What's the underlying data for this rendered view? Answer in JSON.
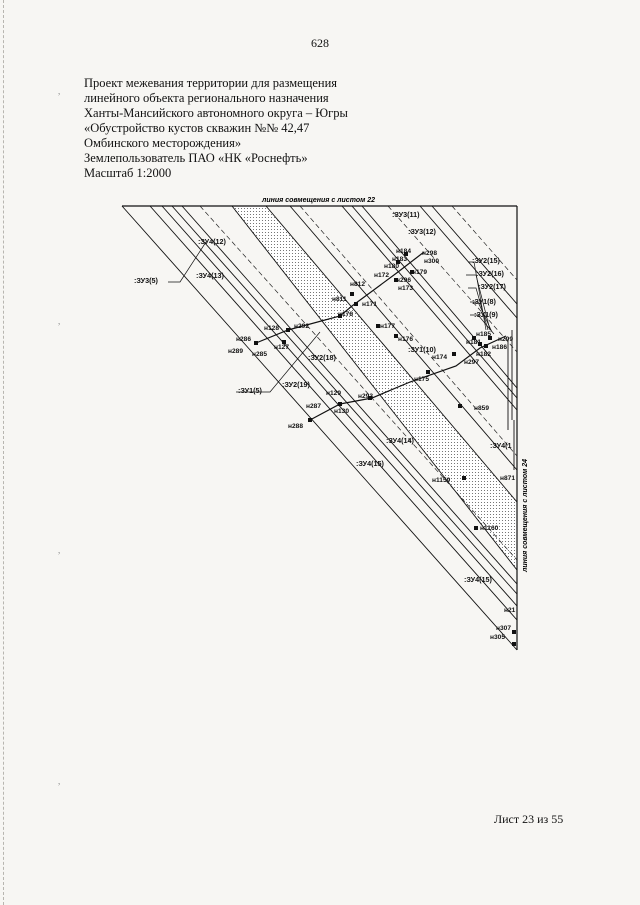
{
  "page_number": "628",
  "title_lines": [
    "Проект межевания территории для размещения",
    "линейного объекта регионального назначения",
    "Ханты-Мансийского автономного округа – Югры",
    "«Обустройство кустов скважин №№ 42,47",
    "Омбинского месторождения»",
    "Землепользователь ПАО «НК «Роснефть»",
    "Масштаб 1:2000"
  ],
  "margin_marks": [
    ",",
    ",",
    ",",
    ","
  ],
  "drawing": {
    "top_join_label": "линия совмещения с листом 22",
    "right_join_label": "линия совмещения с листом 24",
    "parcel_labels": [
      ":ЗУ3(11)",
      ":ЗУ3(12)",
      ":ЗУ4(12)",
      ":ЗУ3(5)",
      ":ЗУ4(13)",
      ":ЗУ2(15)",
      ":ЗУ2(16)",
      ":ЗУ2(17)",
      ":ЗУ1(8)",
      ":ЗУ1(9)",
      ":ЗУ1(10)",
      ":ЗУ2(18)",
      ":ЗУ1(5)",
      ":ЗУ2(19)",
      ":ЗУ4(14)",
      ":ЗУ4(15)",
      ":ЗУ4(1",
      ":ЗУ4(15)"
    ],
    "point_labels": [
      "н184",
      "н298",
      "н183",
      "н300",
      "н180",
      "н179",
      "н172",
      "н296",
      "н173",
      "н812",
      "н811",
      "н171",
      "н178",
      "н177",
      "н128",
      "н292",
      "н176",
      "н286",
      "н127",
      "н289",
      "н285",
      "н174",
      "н185",
      "н299",
      "н181",
      "н186",
      "н182",
      "н297",
      "н175",
      "н129",
      "н293",
      "н287",
      "н130",
      "н288",
      "н859",
      "н1159",
      "н871",
      "н1160",
      "н21",
      "н307",
      "н305"
    ]
  },
  "footer": "Лист 23 из 55",
  "colors": {
    "ink": "#111111",
    "paper": "#f7f6f3"
  }
}
